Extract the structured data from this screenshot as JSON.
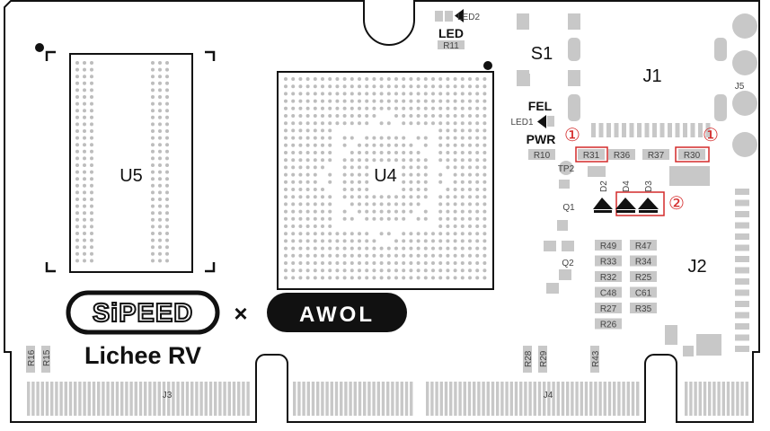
{
  "brand": {
    "sipeed": "SiPEED",
    "times": "×",
    "partner": "AWOL",
    "board_name": "Lichee RV"
  },
  "components": {
    "u5": "U5",
    "u4": "U4",
    "s1": "S1",
    "j1": "J1",
    "j2": "J2",
    "j3": "J3",
    "j4": "J4",
    "j5": "J5",
    "q1": "Q1",
    "q2": "Q2",
    "tp2": "TP2"
  },
  "leds": {
    "led_title": "LED",
    "led2": "LED2",
    "r11": "R11",
    "fel": "FEL",
    "led1": "LED1",
    "pwr": "PWR"
  },
  "resistors": {
    "r10": "R10",
    "r31": "R31",
    "r36": "R36",
    "r37": "R37",
    "r30": "R30",
    "r16": "R16",
    "r15": "R15",
    "r28": "R28",
    "r29": "R29",
    "r43": "R43",
    "grid_left": [
      "R49",
      "R33",
      "R32",
      "C48",
      "R27",
      "R26"
    ],
    "grid_right": [
      "R47",
      "R34",
      "R25",
      "C61",
      "R35"
    ]
  },
  "diodes": [
    "D2",
    "D4",
    "D3"
  ],
  "callouts": {
    "one": "①",
    "two": "②"
  },
  "colors": {
    "highlight": "#d42a2a",
    "outline": "#111111",
    "pad": "#c8c8c8"
  }
}
